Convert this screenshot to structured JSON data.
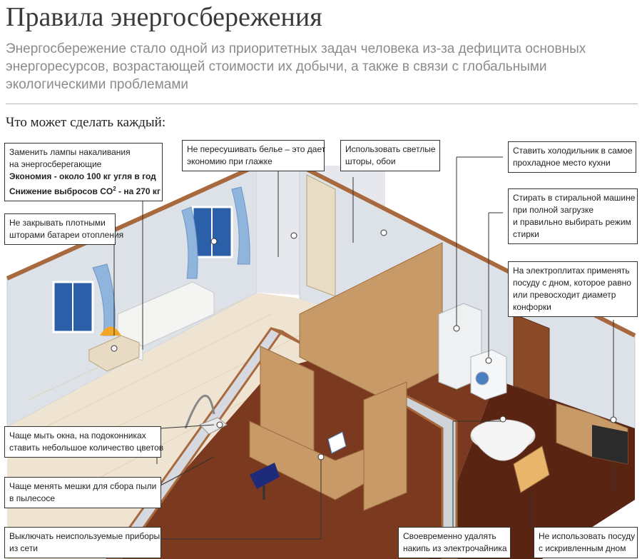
{
  "header": {
    "title": "Правила энергосбережения",
    "subtitle": "Энергосбережение стало одной из приоритетных задач человека из-за дефицита основных энергоресурсов, возрастающей стоимости их добычи, а также в связи с глобальными экологическими проблемами",
    "section": "Что может сделать каждый:"
  },
  "callouts": {
    "lamps": {
      "line1": "Заменить лампы накаливания",
      "line2": "на энергосберегающие",
      "line3": "Экономия - около 100 кг угля в год",
      "line4_pre": "Снижение выбросов CO",
      "line4_sup": "2",
      "line4_post": " -  на 270 кг"
    },
    "laundry": {
      "line1": "Не пересушивать белье – это дает",
      "line2": "экономию при глажке"
    },
    "curtains": {
      "line1": "Использовать светлые",
      "line2": "шторы, обои"
    },
    "fridge": {
      "line1": "Ставить холодильник в самое",
      "line2": "прохладное место кухни"
    },
    "radiators": {
      "line1": "Не закрывать плотными",
      "line2": "шторами батареи отопления"
    },
    "washer": {
      "line1": "Стирать в стиральной машине",
      "line2": "при полной загрузке",
      "line3": "и правильно выбирать режим",
      "line4": "стирки"
    },
    "stove": {
      "line1": "На электроплитах применять",
      "line2": "посуду с дном, которое равно",
      "line3": "или превосходит диаметр",
      "line4": "конфорки"
    },
    "windows": {
      "line1": "Чаще мыть окна, на подоконниках",
      "line2": "ставить небольшое количество цветов"
    },
    "vacuum": {
      "line1": "Чаще менять мешки для сбора пыли",
      "line2": "в пылесосе"
    },
    "devices": {
      "line1": "Выключать неиспользуемые приборы",
      "line2": "из сети"
    },
    "kettle": {
      "line1": "Своевременно удалять",
      "line2": "накипь из электрочайника"
    },
    "pots": {
      "line1": "Не использовать посуду",
      "line2": "с искривленным дном"
    }
  },
  "colors": {
    "wall": "#dde1e8",
    "wall_edge": "#c7ccd5",
    "floor_light": "#efe4d2",
    "floor_dark": "#5a2412",
    "wood": "#c89a67",
    "curtain": "#8fb5dd",
    "window": "#2b5fa8"
  }
}
